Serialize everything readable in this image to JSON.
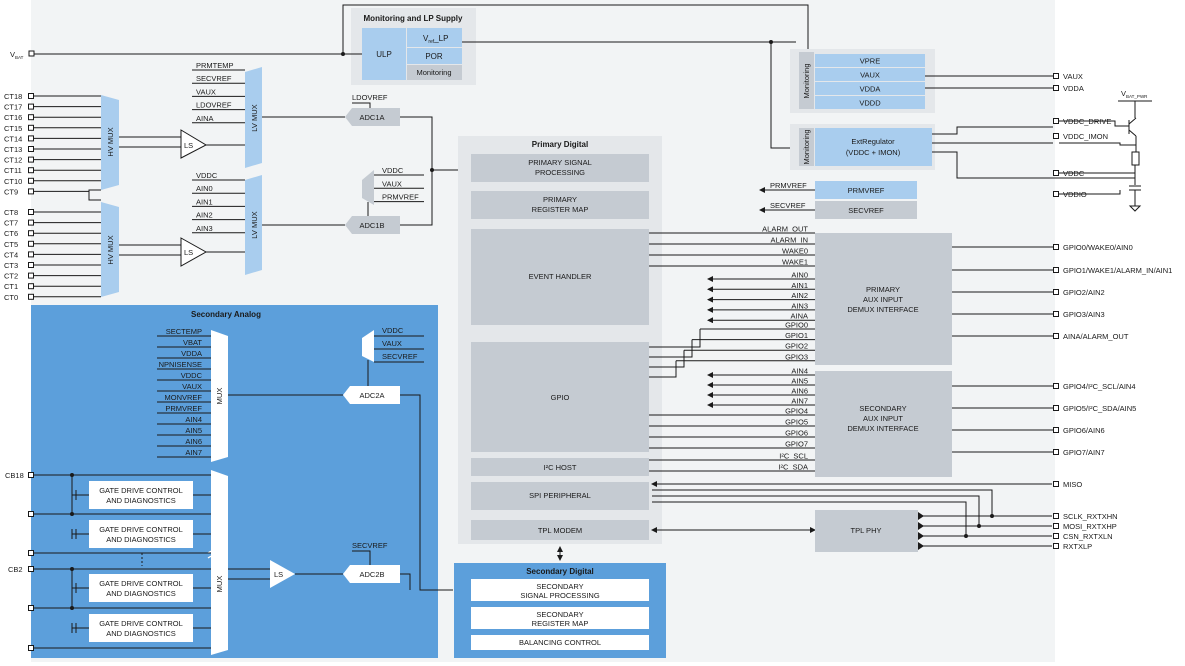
{
  "colors": {
    "background": "#f2f4f5",
    "secondary_analog_bg": "#5c9fdb",
    "digital_gray": "#c5cbd2",
    "light_blue": "#a9cdee",
    "panel_gray": "#e4e7ea",
    "line": "#1a1a1a"
  },
  "monitoring_lp": {
    "title": "Monitoring and LP Supply",
    "ulp": "ULP",
    "vref_lp": "V",
    "vref_lp_sub": "ref",
    "vref_lp_suffix": "_LP",
    "por": "POR",
    "monitoring": "Monitoring"
  },
  "vbat": {
    "main": "V",
    "sub": "BAT"
  },
  "hv_mux": "HV MUX",
  "lv_mux": "LV MUX",
  "ls": "LS",
  "cell_pins_top": [
    "CT18",
    "CT17",
    "CT16",
    "CT15",
    "CT14",
    "CT13",
    "CT12",
    "CT11",
    "CT10",
    "CT9"
  ],
  "cell_pins_bottom": [
    "CT8",
    "CT7",
    "CT6",
    "CT5",
    "CT4",
    "CT3",
    "CT2",
    "CT1",
    "CT0"
  ],
  "lv_mux_top_inputs": [
    "PRMTEMP",
    "SECVREF",
    "VAUX",
    "LDOVREF",
    "AINA"
  ],
  "lv_mux_bottom_inputs": [
    "VDDC",
    "AIN0",
    "AIN1",
    "AIN2",
    "AIN3"
  ],
  "ldovref": "LDOVREF",
  "adc1a": "ADC1A",
  "adc1b": "ADC1B",
  "adc1b_inputs": [
    "VDDC",
    "VAUX",
    "PRMVREF"
  ],
  "ldo_block": {
    "monitoring": "Monitoring",
    "regs": [
      "VPRE",
      "VAUX",
      "VDDA",
      "VDDD"
    ]
  },
  "ext_reg": {
    "monitoring": "Monitoring",
    "line1": "ExtRegulator",
    "line2": "(VDDC + IMON)"
  },
  "right_pins_power": [
    "VAUX",
    "VDDA",
    "VDDC_DRIVE",
    "VDDC_IMON",
    "VDDC",
    "VDDIO"
  ],
  "vbat_pwr": {
    "main": "V",
    "sub": "BAT_PWR"
  },
  "vref_out": {
    "prmvref": "PRMVREF",
    "secvref": "SECVREF"
  },
  "primary_digital": {
    "title": "Primary Digital",
    "signal_processing": [
      "PRIMARY SIGNAL",
      "PROCESSING"
    ],
    "register_map": [
      "PRIMARY",
      "REGISTER MAP"
    ],
    "event_handler": "EVENT HANDLER",
    "gpio": "GPIO",
    "i2c_host": "I²C HOST",
    "spi": "SPI PERIPHERAL",
    "tpl_modem": "TPL MODEM"
  },
  "event_signals": [
    "ALARM_OUT",
    "ALARM_IN",
    "WAKE0",
    "WAKE1"
  ],
  "primary_ain_signals": [
    "AIN0",
    "AIN1",
    "AIN2",
    "AIN3",
    "AINA"
  ],
  "gpio_signals_a": [
    "GPIO0",
    "GPIO1",
    "GPIO2",
    "GPIO3"
  ],
  "secondary_ain_signals": [
    "AIN4",
    "AIN5",
    "AIN6",
    "AIN7"
  ],
  "gpio_signals_b": [
    "GPIO4",
    "GPIO5",
    "GPIO6",
    "GPIO7"
  ],
  "i2c_signals": [
    "I²C_SCL",
    "I²C_SDA"
  ],
  "primary_aux": [
    "PRIMARY",
    "AUX INPUT",
    "DEMUX INTERFACE"
  ],
  "secondary_aux": [
    "SECONDARY",
    "AUX INPUT",
    "DEMUX INTERFACE"
  ],
  "right_pins_gpio": [
    "GPIO0/WAKE0/AIN0",
    "GPIO1/WAKE1/ALARM_IN/AIN1",
    "GPIO2/AIN2",
    "GPIO3/AIN3",
    "AINA/ALARM_OUT",
    "GPIO4/I²C_SCL/AIN4",
    "GPIO5/I²C_SDA/AIN5",
    "GPIO6/AIN6",
    "GPIO7/AIN7"
  ],
  "right_pins_comm": [
    "MISO",
    "SCLK_RXTXHN",
    "MOSI_RXTXHP",
    "CSN_RXTXLN",
    "RXTXLP"
  ],
  "tpl_phy": "TPL PHY",
  "secondary_analog": {
    "title": "Secondary Analog",
    "mux_inputs": [
      "SECTEMP",
      "VBAT",
      "VDDA",
      "NPNISENSE",
      "VDDC",
      "VAUX",
      "MONVREF",
      "PRMVREF",
      "AIN4",
      "AIN5",
      "AIN6",
      "AIN7"
    ],
    "mux": "MUX",
    "adc2a": "ADC2A",
    "adc2a_inputs": [
      "VDDC",
      "VAUX",
      "SECVREF"
    ],
    "adc2b": "ADC2B",
    "secvref": "SECVREF",
    "ls": "LS",
    "gate_drive": [
      "GATE DRIVE CONTROL",
      "AND DIAGNOSTICS"
    ],
    "cb18": "CB18",
    "cb2": "CB2"
  },
  "secondary_digital": {
    "title": "Secondary Digital",
    "signal_processing": [
      "SECONDARY",
      "SIGNAL PROCESSING"
    ],
    "register_map": [
      "SECONDARY",
      "REGISTER MAP"
    ],
    "balancing": "BALANCING CONTROL"
  }
}
